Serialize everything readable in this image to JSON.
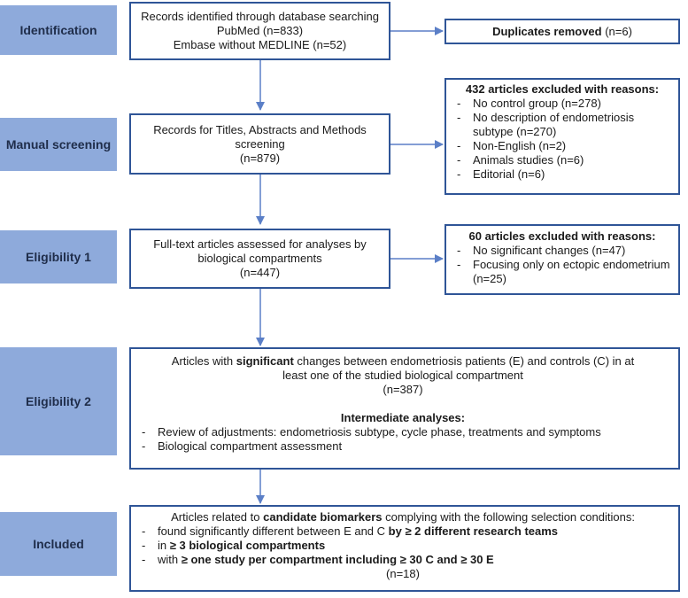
{
  "stages": {
    "identification": "Identification",
    "manual_screening": "Manual screening",
    "eligibility1": "Eligibility 1",
    "eligibility2": "Eligibility 2",
    "included": "Included"
  },
  "records_box": {
    "line1": "Records identified through database searching",
    "line2": "PubMed (n=833)",
    "line3": "Embase without MEDLINE (n=52)"
  },
  "duplicates_box": {
    "text": "Duplicates removed",
    "count": " (n=6)"
  },
  "screening_box": {
    "line1": "Records for Titles, Abstracts and Methods",
    "line2": "screening",
    "line3": "(n=879)"
  },
  "exclusion1": {
    "title": "432 articles excluded with reasons:",
    "items": [
      "No control group (n=278)",
      "No description of endometriosis subtype (n=270)",
      "Non-English (n=2)",
      "Animals studies (n=6)",
      "Editorial (n=6)"
    ]
  },
  "fulltext_box": {
    "line1": "Full-text articles assessed for analyses by",
    "line2": "biological compartments",
    "line3": "(n=447)"
  },
  "exclusion2": {
    "title": "60 articles excluded with reasons:",
    "items": [
      "No significant changes (n=47)",
      "Focusing only on ectopic endometrium (n=25)"
    ]
  },
  "eligibility2_box": {
    "line1_pre": "Articles with ",
    "line1_bold": "significant",
    "line1_post": " changes between endometriosis patients (E) and controls (C) in at",
    "line2": "least one of the studied biological compartment",
    "line3": "(n=387)",
    "intermediate_title": "Intermediate analyses:",
    "items": [
      "Review of adjustments: endometriosis subtype, cycle phase, treatments and symptoms",
      "Biological compartment assessment"
    ]
  },
  "included_box": {
    "intro_pre": "Articles related to ",
    "intro_bold": "candidate biomarkers",
    "intro_post": " complying with the following selection conditions:",
    "item1_pre": "found significantly different between E and C ",
    "item1_bold": "by ≥ 2 different research teams",
    "item2_pre": "in ",
    "item2_bold": "≥ 3 biological compartments",
    "item3_pre": "with ",
    "item3_bold": "≥ one study per compartment including ≥ 30 C and ≥ 30 E",
    "count": "(n=18)"
  },
  "colors": {
    "stage_fill": "#8eaadb",
    "border": "#2f5597",
    "arrow": "#5b7fc7"
  }
}
